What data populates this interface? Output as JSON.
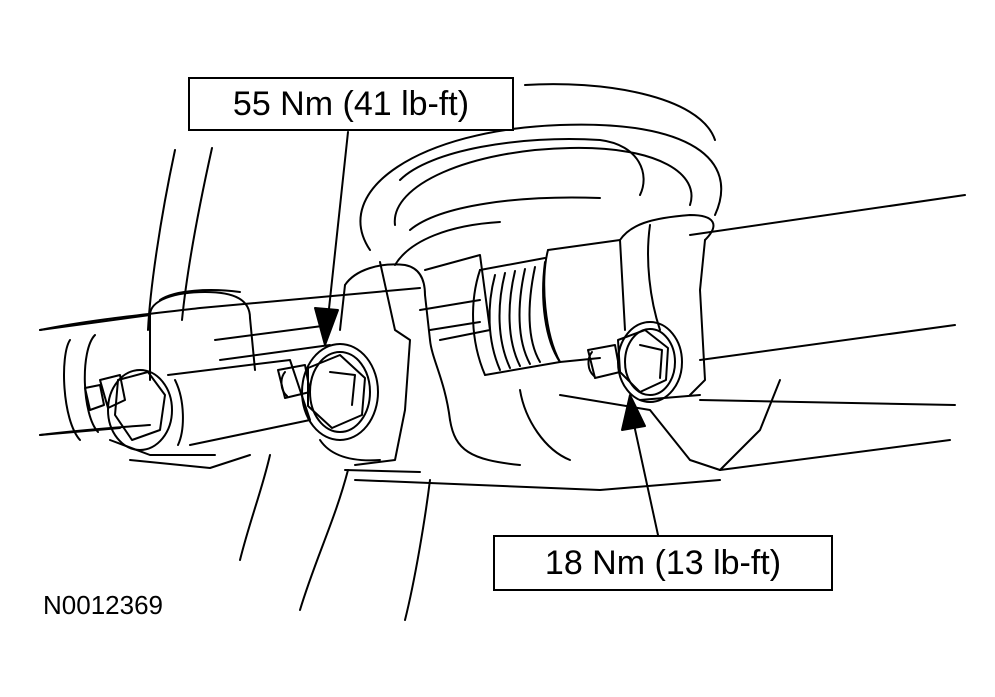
{
  "callouts": {
    "upper_torque": "55 Nm (41 lb-ft)",
    "lower_torque": "18 Nm (13 lb-ft)"
  },
  "figure": {
    "id": "N0012369"
  },
  "colors": {
    "line": "#000000",
    "background": "#ffffff"
  }
}
